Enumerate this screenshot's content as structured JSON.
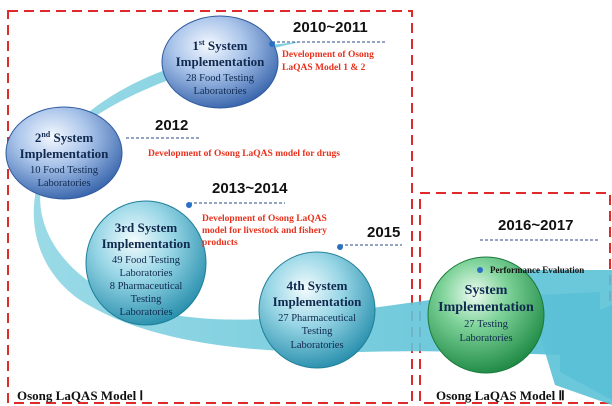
{
  "model_1": {
    "label": "Osong LaQAS Model Ⅰ",
    "nodes": [
      {
        "title_line_1": "1",
        "title_sup": "st",
        "title_line_1_rest": " System",
        "title_line_2": "Implementation",
        "detail": [
          "28 Food Testing",
          "Laboratories"
        ],
        "year": "2010~2011",
        "note": [
          "Development of Osong",
          "LaQAS Model 1 & 2"
        ]
      },
      {
        "title_line_1": "2",
        "title_sup": "nd",
        "title_line_1_rest": " System",
        "title_line_2": "Implementation",
        "detail": [
          "10 Food Testing",
          "Laboratories"
        ],
        "year": "2012",
        "note": [
          "Development of Osong LaQAS model for drugs"
        ]
      },
      {
        "title_line_1": "3rd System",
        "title_line_2": "Implementation",
        "detail": [
          "49 Food Testing",
          "Laboratories",
          "8 Pharmaceutical",
          "Testing",
          "Laboratories"
        ],
        "year": "2013~2014",
        "note": [
          "Development of Osong LaQAS",
          "model for livestock and fishery",
          "products"
        ]
      },
      {
        "title_line_1": "4th System",
        "title_line_2": "Implementation",
        "detail": [
          "27 Pharmaceutical",
          "Testing",
          "Laboratories"
        ],
        "year": "2015"
      }
    ]
  },
  "model_2": {
    "label": "Osong LaQAS Model Ⅱ",
    "node": {
      "title_line_1": "System",
      "title_line_2": "Implementation",
      "detail": [
        "27 Testing",
        "Laboratories"
      ],
      "year": "2016~2017",
      "note": [
        "Performance Evaluation"
      ]
    }
  },
  "colors": {
    "border_dash": "#e02a2a",
    "note_red": "#e8321e",
    "arrow_teal": "#5cc4d8",
    "blue_bubble": "#4a76b8",
    "teal_bubble": "#3aa9c4",
    "green_bubble": "#3fae6a"
  }
}
